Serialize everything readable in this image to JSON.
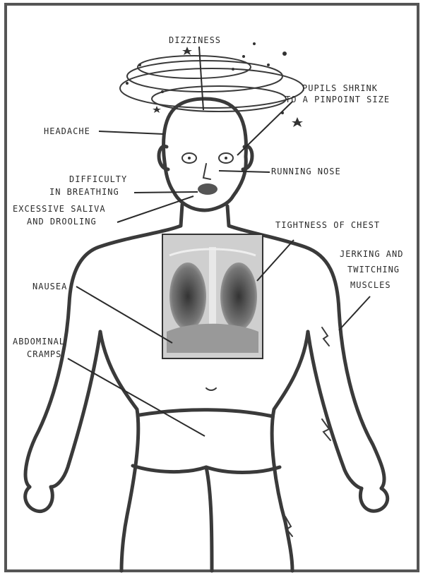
{
  "labels": {
    "dizziness": "DIZZINESS",
    "pupils_1": "PUPILS SHRINK",
    "pupils_2": "TO A PINPOINT SIZE",
    "headache": "HEADACHE",
    "running_nose": "RUNNING NOSE",
    "breathing_1": "DIFFICULTY",
    "breathing_2": "IN BREATHING",
    "saliva_1": "EXCESSIVE SALIVA",
    "saliva_2": "AND DROOLING",
    "chest": "TIGHTNESS OF CHEST",
    "jerking_1": "JERKING AND",
    "jerking_2": "TWITCHING",
    "jerking_3": "MUSCLES",
    "nausea": "NAUSEA",
    "cramps_1": "ABDOMINAL",
    "cramps_2": "CRAMPS"
  },
  "colors": {
    "ink": "#2b2b2b",
    "background": "#ffffff",
    "frame": "#555555"
  }
}
